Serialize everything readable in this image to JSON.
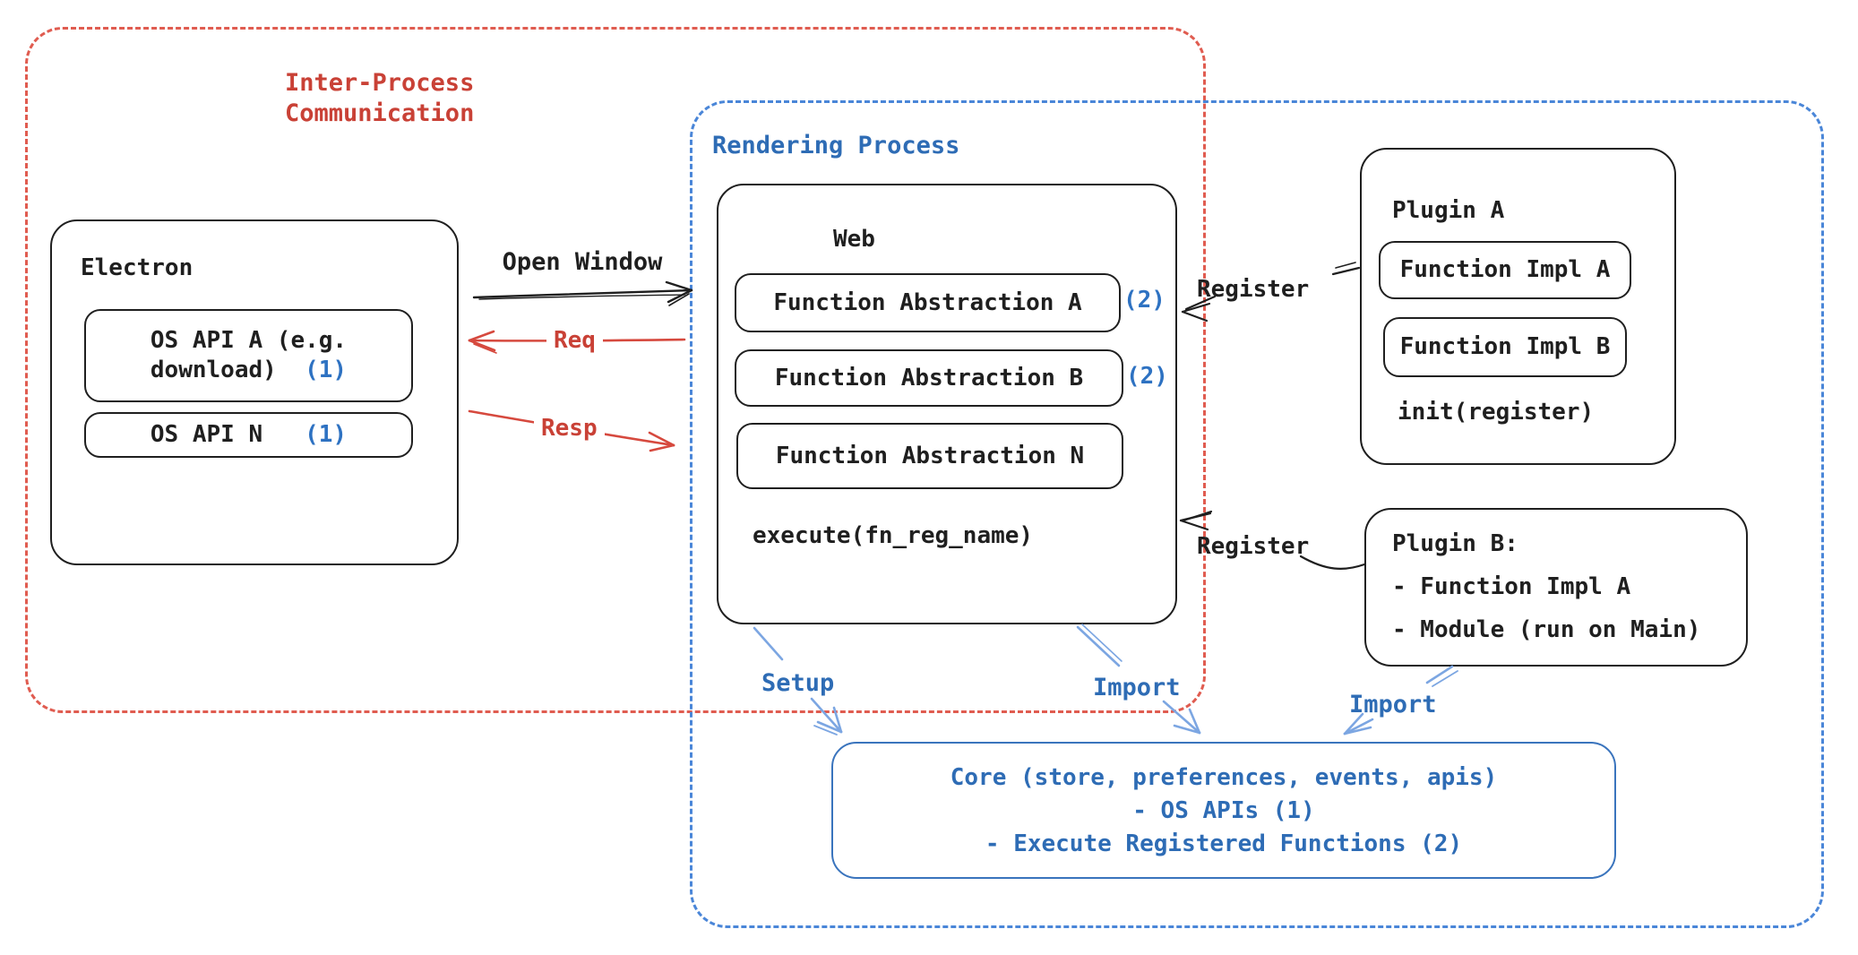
{
  "title": "Electron IPC plugin architecture diagram",
  "regions": {
    "ipc": {
      "label_line1": "Inter-Process",
      "label_line2": "Communication"
    },
    "rendering": {
      "label": "Rendering Process"
    }
  },
  "electron": {
    "title": "Electron",
    "os_api_a_line1": "OS API A (e.g.",
    "os_api_a_line2": "download)",
    "os_api_a_badge": "(1)",
    "os_api_n": "OS API N",
    "os_api_n_badge": "(1)"
  },
  "web": {
    "title": "Web",
    "fn_abstraction_a": "Function Abstraction A",
    "fn_abstraction_a_badge": "(2)",
    "fn_abstraction_b": "Function Abstraction B",
    "fn_abstraction_b_badge": "(2)",
    "fn_abstraction_n": "Function Abstraction N",
    "execute": "execute(fn_reg_name)"
  },
  "plugin_a": {
    "title": "Plugin A",
    "impl_a": "Function Impl A",
    "impl_b": "Function Impl B",
    "init": "init(register)"
  },
  "plugin_b": {
    "title": "Plugin B:",
    "item1": "- Function Impl A",
    "item2": "- Module (run on Main)"
  },
  "core": {
    "line1": "Core (store, preferences, events, apis)",
    "line2": "- OS APIs (1)",
    "line3": "- Execute Registered Functions (2)"
  },
  "arrows": {
    "open_window": "Open Window",
    "req": "Req",
    "resp": "Resp",
    "register_plugin_a": "Register",
    "register_plugin_b": "Register",
    "setup": "Setup",
    "import_web": "Import",
    "import_plugin_b": "Import"
  },
  "colors": {
    "ink_black": "#1f1f1f",
    "red_text": "#c94136",
    "red_dash": "#e05c50",
    "red_arrow": "#d6493e",
    "blue_text": "#2e6cb5",
    "blue_dash": "#4a86d8",
    "blue_arrow_light": "#7ca6e2",
    "badge_blue": "#2e72c2",
    "background": "#ffffff"
  }
}
